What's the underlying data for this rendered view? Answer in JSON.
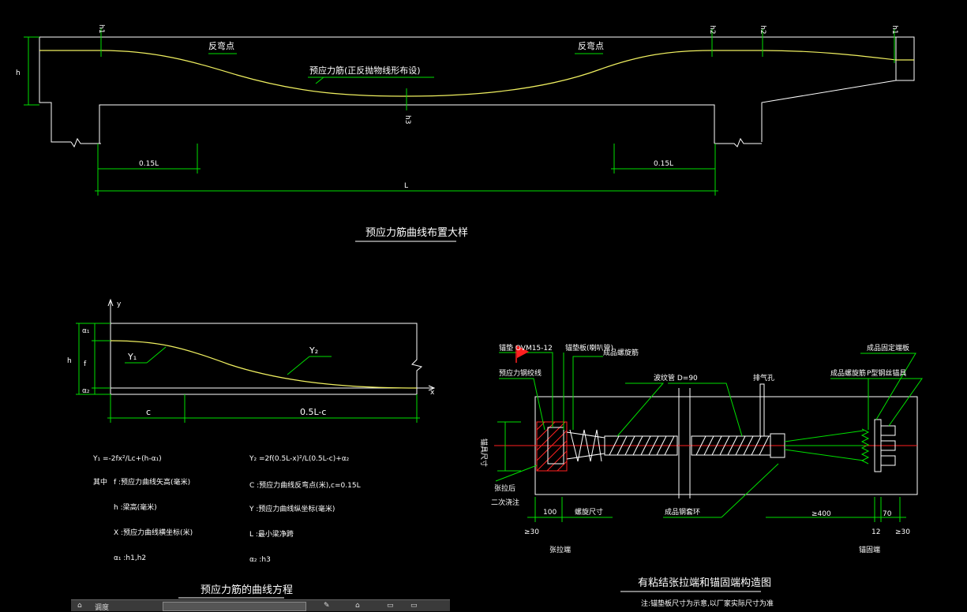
{
  "top_detail": {
    "title": "预应力筋曲线布置大样",
    "inflection_label_left": "反弯点",
    "inflection_label_right": "反弯点",
    "tendon_label": "预应力筋(正反抛物线形布设)",
    "dim_h": "h",
    "dim_h1_left": "h1",
    "dim_h2_a": "h2",
    "dim_h2_b": "h2",
    "dim_h1_right": "h1",
    "dim_h3": "h3",
    "dim_015L_left": "0.15L",
    "dim_015L_right": "0.15L",
    "dim_L": "L"
  },
  "curve_detail": {
    "title": "预应力筋的曲线方程",
    "axis_y": "y",
    "axis_x": "x",
    "label_y1": "Y₁",
    "label_y2": "Y₂",
    "dim_h": "h",
    "dim_a1": "α₁",
    "dim_f": "f",
    "dim_a2": "α₂",
    "dim_c": "c",
    "dim_05Lc": "0.5L-c",
    "eq1": "Y₁ =-2fx²/Lc+(h-α₁)",
    "eq2": "Y₂ =2f(0.5L-x)²/L(0.5L-c)+α₂",
    "where": "其中",
    "f_desc": "f :预应力曲线矢高(毫米)",
    "c_desc": "C :预应力曲线反弯点(米),c=0.15L",
    "h_desc": "h :梁高(毫米)",
    "y_desc": "Y :预应力曲线纵坐标(毫米)",
    "x_desc": "X :预应力曲线横坐标(米)",
    "l_desc": "L :最小梁净跨",
    "a1_desc": "α₁ :h1,h2",
    "a2_desc": "α₂ :h3"
  },
  "anchor_detail": {
    "title": "有粘结张拉端和锚固端构造图",
    "note": "注:锚垫板尺寸为示意,以厂家实际尺寸为准",
    "lbl_bearing_plate": "锚垫 OVM15-12",
    "lbl_trumpet": "锚垫板(喇叭管)",
    "lbl_spiral": "成品螺旋筋",
    "lbl_duct": "波纹管 D=90",
    "lbl_vent": "排气孔",
    "lbl_spiral2": "成品螺旋筋",
    "lbl_fixed_plate": "成品固定端板",
    "lbl_p_anchor": "P型钢丝锚具",
    "lbl_tendon": "预应力钢绞线",
    "lbl_anchor_size": "锚具尺寸",
    "lbl_grout": "张拉后",
    "lbl_grout2": "二次浇注",
    "lbl_ring": "成品钢套环",
    "dim_100": "100",
    "dim_spiral": "螺旋尺寸",
    "dim_30a": "≥30",
    "dim_400": "≥400",
    "dim_70": "70",
    "dim_12": "12",
    "dim_30b": "≥30",
    "lbl_tension_end": "张拉端",
    "lbl_anchor_end": "锚固端"
  },
  "taskbar": {
    "item1": "调度"
  }
}
